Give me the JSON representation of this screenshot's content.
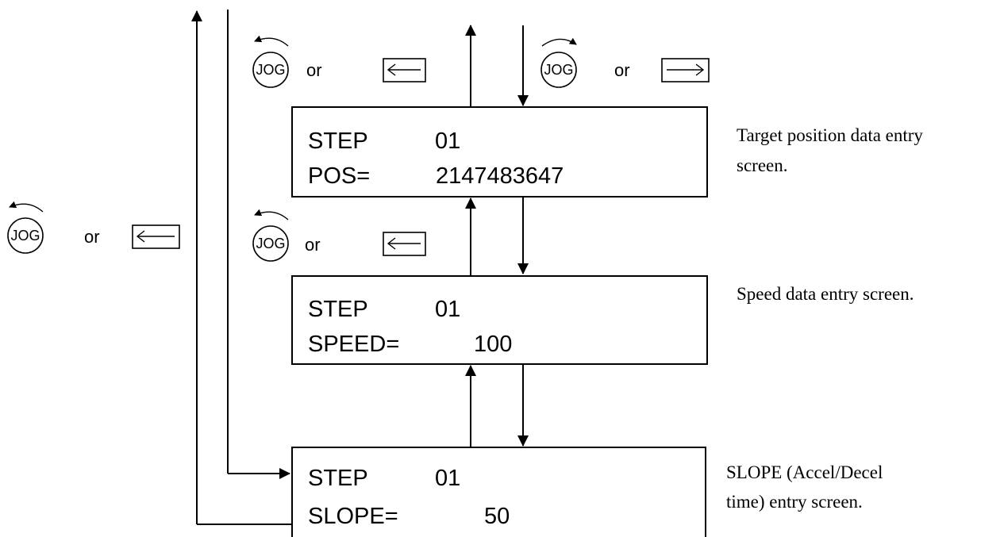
{
  "jog_label": "JOG",
  "or_label": "or",
  "screens": [
    {
      "line1_label": "STEP",
      "line1_value": "01",
      "line2_label": "POS=",
      "line2_value": "2147483647",
      "description_line1": "Target position data entry",
      "description_line2": "screen."
    },
    {
      "line1_label": "STEP",
      "line1_value": "01",
      "line2_label": "SPEED=",
      "line2_value": "100",
      "description_line1": "Speed data entry screen.",
      "description_line2": ""
    },
    {
      "line1_label": "STEP",
      "line1_value": "01",
      "line2_label": "SLOPE=",
      "line2_value": "50",
      "description_line1": "SLOPE (Accel/Decel",
      "description_line2": "time) entry screen."
    }
  ]
}
